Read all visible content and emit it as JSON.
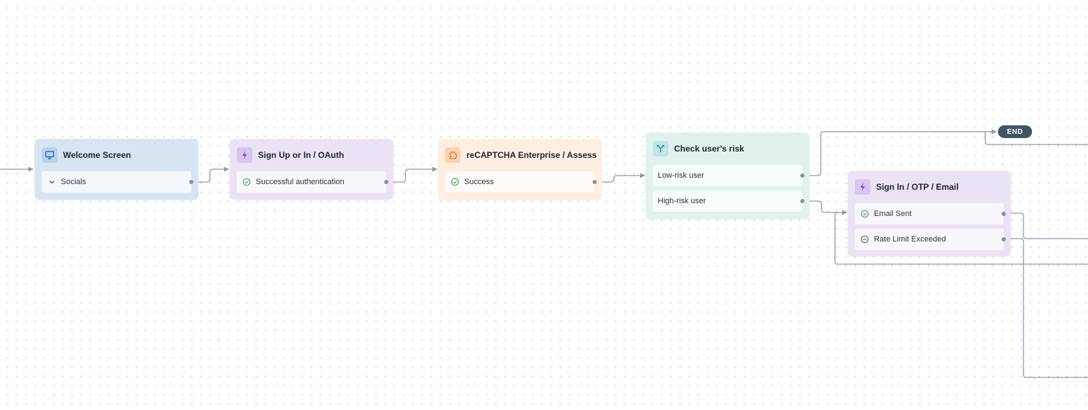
{
  "colors": {
    "welcome_bg": "#d7e5f2",
    "oauth_bg": "#ebe3f4",
    "recaptcha_bg": "#fdeedf",
    "risk_bg": "#e0f1ee",
    "otp_bg": "#ebe3f4",
    "edge": "#8f99a6",
    "end_badge": "#3e5566",
    "success_icon": "#3da35d"
  },
  "nodes": {
    "welcome": {
      "title": "Welcome Screen",
      "icon": "monitor-icon",
      "rows": [
        {
          "label": "Socials",
          "icon": "chevron-down-icon"
        }
      ]
    },
    "oauth": {
      "title": "Sign Up or In / OAuth",
      "icon": "lightning-icon",
      "rows": [
        {
          "label": "Successful authentication",
          "icon": "check-circle-icon"
        }
      ]
    },
    "recaptcha": {
      "title": "reCAPTCHA Enterprise / Assess",
      "icon": "puzzle-icon",
      "rows": [
        {
          "label": "Success",
          "icon": "check-circle-icon"
        }
      ]
    },
    "risk": {
      "title": "Check user's risk",
      "icon": "branch-icon",
      "rows": [
        {
          "label": "Low-risk user"
        },
        {
          "label": "High-risk user"
        }
      ]
    },
    "otp": {
      "title": "Sign In / OTP / Email",
      "icon": "lightning-icon",
      "rows": [
        {
          "label": "Email Sent",
          "icon": "check-circle-icon"
        },
        {
          "label": "Rate Limit Exceeded",
          "icon": "minus-circle-icon"
        }
      ]
    }
  },
  "end": {
    "label": "END"
  }
}
